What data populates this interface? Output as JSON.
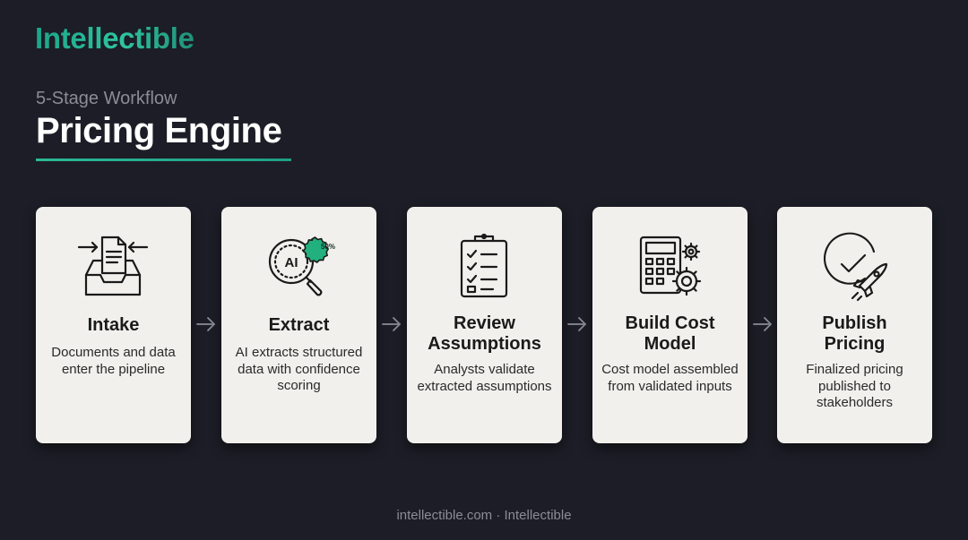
{
  "brand": {
    "logo": "Intellectible"
  },
  "header": {
    "subtitle": "5-Stage Workflow",
    "title": "Pricing Engine"
  },
  "stages": [
    {
      "title": "Intake",
      "description": "Documents and data enter the pipeline",
      "icon": "inbox-documents-icon"
    },
    {
      "title": "Extract",
      "description": "AI extracts structured data with confidence scoring",
      "icon": "ai-magnifier-icon",
      "badge": "50%"
    },
    {
      "title": "Review Assumptions",
      "description": "Analysts validate extracted assumptions",
      "icon": "clipboard-checklist-icon"
    },
    {
      "title": "Build Cost Model",
      "description": "Cost model assembled from validated inputs",
      "icon": "calculator-gear-icon"
    },
    {
      "title": "Publish Pricing",
      "description": "Finalized pricing published to stakeholders",
      "icon": "check-rocket-icon"
    }
  ],
  "footer": {
    "text": "intellectible.com · Intellectible"
  },
  "colors": {
    "background": "#1c1d26",
    "accent": "#2bb896",
    "card": "#f1f0ec",
    "badge": "#22b07e"
  }
}
